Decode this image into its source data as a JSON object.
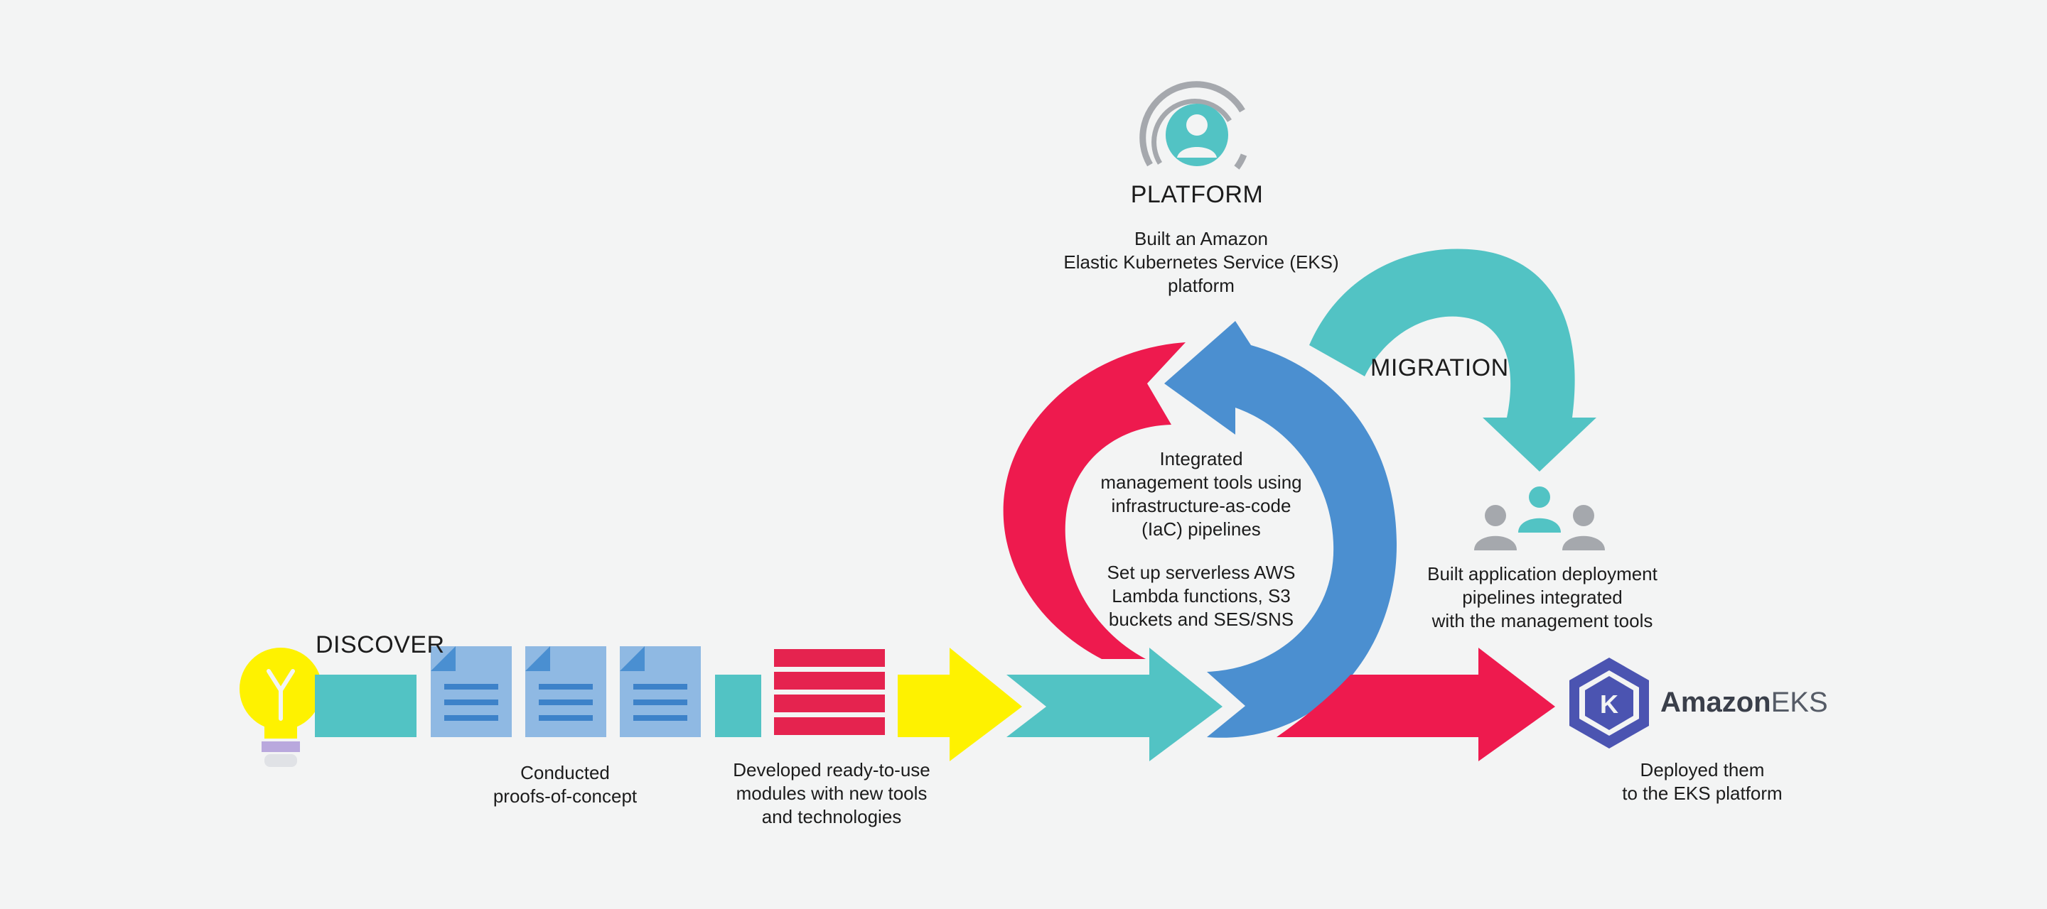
{
  "stages": {
    "discover": {
      "title": "DISCOVER"
    },
    "platform": {
      "title": "PLATFORM",
      "description": [
        "Built an Amazon",
        "Elastic Kubernetes Service (EKS)",
        "platform"
      ]
    },
    "migration": {
      "title": "MIGRATION"
    }
  },
  "steps": {
    "poc": [
      "Conducted",
      "proofs-of-concept"
    ],
    "modules": [
      "Developed ready-to-use",
      "modules with new tools",
      "and technologies"
    ],
    "iac": [
      "Integrated",
      "management tools using",
      "infrastructure-as-code",
      "(IaC) pipelines"
    ],
    "serverless": [
      "Set up serverless AWS",
      "Lambda functions, S3",
      "buckets and SES/SNS"
    ],
    "pipelines": [
      "Built application deployment",
      "pipelines integrated",
      "with the management tools"
    ],
    "deploy": [
      "Deployed them",
      "to the EKS platform"
    ]
  },
  "logo": {
    "brand": "Amazon",
    "product": "EKS",
    "mark": "K"
  },
  "icons": {
    "discover": "lightbulb-icon",
    "poc": "document-icon",
    "modules": "stacked-modules-icon",
    "platform": "user-profile-icon",
    "migration": "team-icon",
    "eks": "amazon-eks-logo"
  },
  "colors": {
    "teal": "#52c3c4",
    "blue": "#4b8fd0",
    "crimson": "#ee1a4e",
    "yellow": "#fef200",
    "doc_blue": "#8fb9e3",
    "doc_fold": "#4a8fd1",
    "gray": "#a5a8ad",
    "eks_purple": "#4b54b1"
  }
}
